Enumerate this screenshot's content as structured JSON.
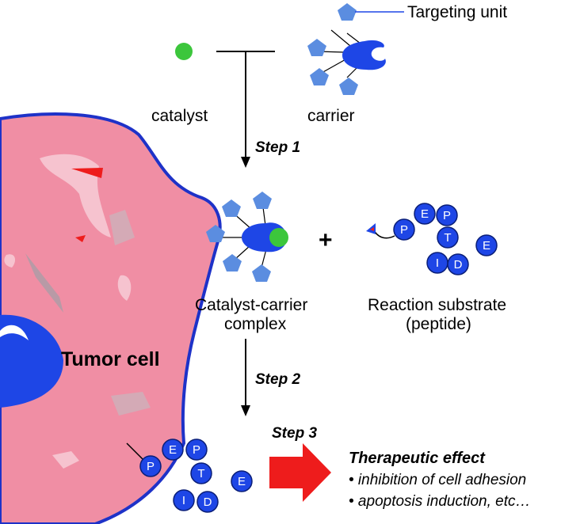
{
  "labels": {
    "targeting_unit": "Targeting unit",
    "catalyst": "catalyst",
    "carrier": "carrier",
    "step1": "Step 1",
    "complex_line1": "Catalyst-carrier",
    "complex_line2": "complex",
    "plus": "+",
    "substrate_line1": "Reaction substrate",
    "substrate_line2": "(peptide)",
    "tumor_cell": "Tumor cell",
    "step2": "Step 2",
    "step3": "Step 3",
    "effect_title": "Therapeutic effect",
    "effect_items": [
      "• inhibition of cell adhesion",
      "• apoptosis induction, etc…"
    ]
  },
  "peptide_letters": [
    "P",
    "E",
    "P",
    "T",
    "I",
    "D",
    "E"
  ],
  "colors": {
    "catalyst": "#3cc63c",
    "carrier": "#1e46e6",
    "targeting_unit": "#5b8de0",
    "bead": "#1e46e6",
    "tumor_fill": "#f08ea4",
    "tumor_border": "#1e32c8",
    "nucleus": "#1e46e6",
    "arrow": "#ee1c1c"
  }
}
